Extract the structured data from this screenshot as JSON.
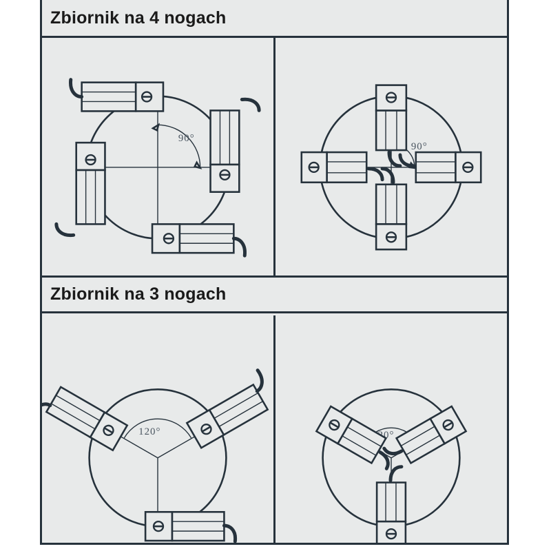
{
  "document": {
    "background_color": "#ffffff",
    "panel_color": "#e8eaea",
    "ink_color": "#26323c"
  },
  "rows": [
    {
      "title": "Zbiornik na 4 nogach",
      "leg_count": 4,
      "angle_label": "90°",
      "cells": [
        {
          "name": "tank-4-legs-tangential",
          "orientation": "tangential",
          "angle_label": "90°"
        },
        {
          "name": "tank-4-legs-radial",
          "orientation": "radial",
          "angle_label": "90°"
        }
      ]
    },
    {
      "title": "Zbiornik na 3 nogach",
      "leg_count": 3,
      "angle_label": "120°",
      "cells": [
        {
          "name": "tank-3-legs-tangential",
          "orientation": "tangential",
          "angle_label": "120°"
        },
        {
          "name": "tank-3-legs-radial",
          "orientation": "radial",
          "angle_label": "120°"
        }
      ]
    }
  ],
  "chart_data": {
    "type": "diagram",
    "title": "Zbiornik na 4 nogach / Zbiornik na 3 nogach",
    "description": "Top view schematics of cylindrical tank leg arrangements",
    "panels": [
      {
        "id": "r1c1",
        "title": "Zbiornik na 4 nogach",
        "leg_count": 4,
        "angle_deg": 90,
        "angle_label": "90°",
        "leg_angles_deg": [
          90,
          0,
          270,
          180
        ],
        "leg_orientation": "tangential",
        "circle_radius_px": 104
      },
      {
        "id": "r1c2",
        "title": "Zbiornik na 4 nogach",
        "leg_count": 4,
        "angle_deg": 90,
        "angle_label": "90°",
        "leg_angles_deg": [
          90,
          0,
          270,
          180
        ],
        "leg_orientation": "radial",
        "circle_radius_px": 104
      },
      {
        "id": "r2c1",
        "title": "Zbiornik na 3 nogach",
        "leg_count": 3,
        "angle_deg": 120,
        "angle_label": "120°",
        "leg_angles_deg": [
          30,
          150,
          270
        ],
        "leg_orientation": "tangential",
        "circle_radius_px": 100
      },
      {
        "id": "r2c2",
        "title": "Zbiornik na 3 nogach",
        "leg_count": 3,
        "angle_deg": 120,
        "angle_label": "120°",
        "leg_angles_deg": [
          30,
          150,
          270
        ],
        "leg_orientation": "radial",
        "circle_radius_px": 100
      }
    ]
  }
}
